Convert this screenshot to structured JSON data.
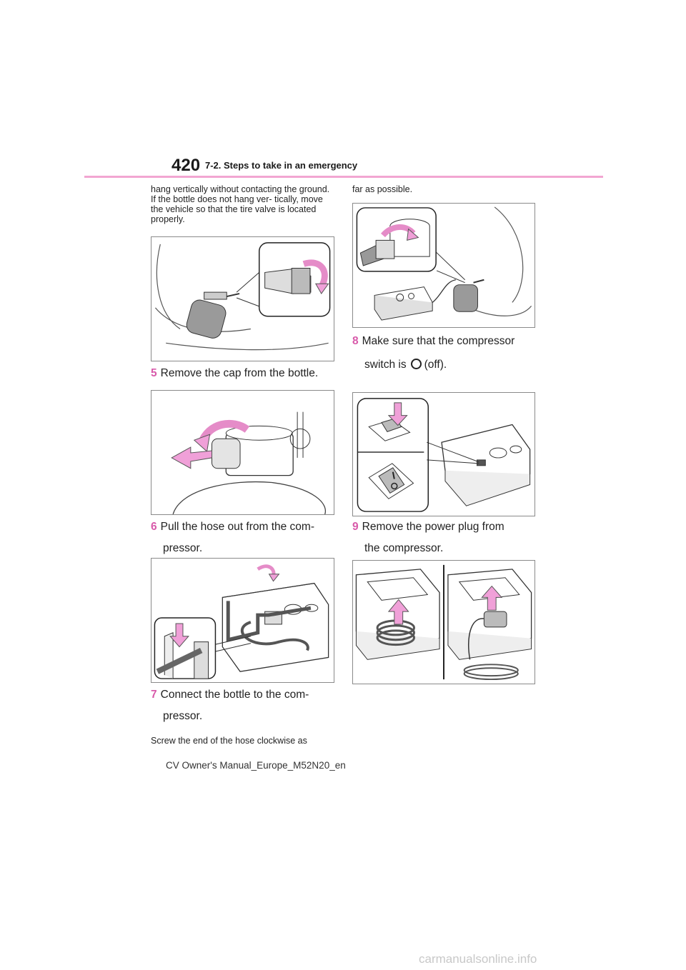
{
  "header": {
    "page_number": "420",
    "section_title": "7-2. Steps to take in an emergency"
  },
  "left": {
    "intro_text": "hang vertically without contacting the ground. If the bottle does not hang ver- tically, move the vehicle so that the tire valve is located properly.",
    "step5": {
      "num": "5",
      "text": "Remove the cap from the bottle."
    },
    "step6": {
      "num": "6",
      "line1": "Pull the hose out from the com-",
      "line2": "pressor."
    },
    "step7": {
      "num": "7",
      "line1": "Connect the bottle to the com-",
      "line2": "pressor."
    },
    "step7_note": "Screw the end of the hose clockwise as"
  },
  "right": {
    "cont_text": "far as possible.",
    "step8": {
      "num": "8",
      "line1": "Make sure that the compressor",
      "line2_pre": "switch is",
      "line2_post": "(off)."
    },
    "step9": {
      "num": "9",
      "line1": "Remove the power plug from",
      "line2": "the compressor."
    }
  },
  "footer": {
    "text": "CV Owner's Manual_Europe_M52N20_en"
  },
  "watermark": {
    "text": "carmanualsonline.info"
  },
  "colors": {
    "accent": "#d85aaa",
    "rule": "#f2a6d2",
    "arrow": "#f0a0d8"
  }
}
